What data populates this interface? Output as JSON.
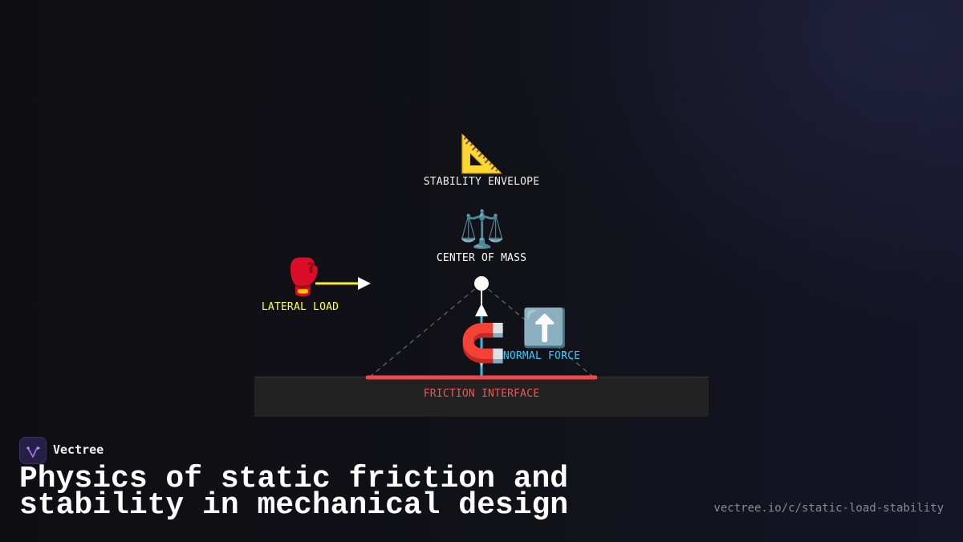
{
  "diagram": {
    "labels": {
      "stability_envelope": "STABILITY ENVELOPE",
      "center_of_mass": "CENTER OF MASS",
      "lateral_load": "LATERAL LOAD",
      "normal_force": "NORMAL FORCE",
      "friction_interface": "FRICTION INTERFACE"
    },
    "icons": {
      "stability_envelope": "triangular-ruler-icon",
      "center_of_mass": "balance-scale-icon",
      "lateral_load": "boxing-glove-icon",
      "normal_force": "up-arrow-icon",
      "friction": "magnet-icon"
    },
    "colors": {
      "lateral_load": "#ffff33",
      "normal_force": "#33bbee",
      "friction_interface": "#ee4444",
      "envelope": "#666666",
      "label_default": "#ffffff"
    }
  },
  "brand": {
    "name": "Vectree"
  },
  "headline": "Physics of static friction and stability in mechanical design",
  "url": "vectree.io/c/static-load-stability"
}
